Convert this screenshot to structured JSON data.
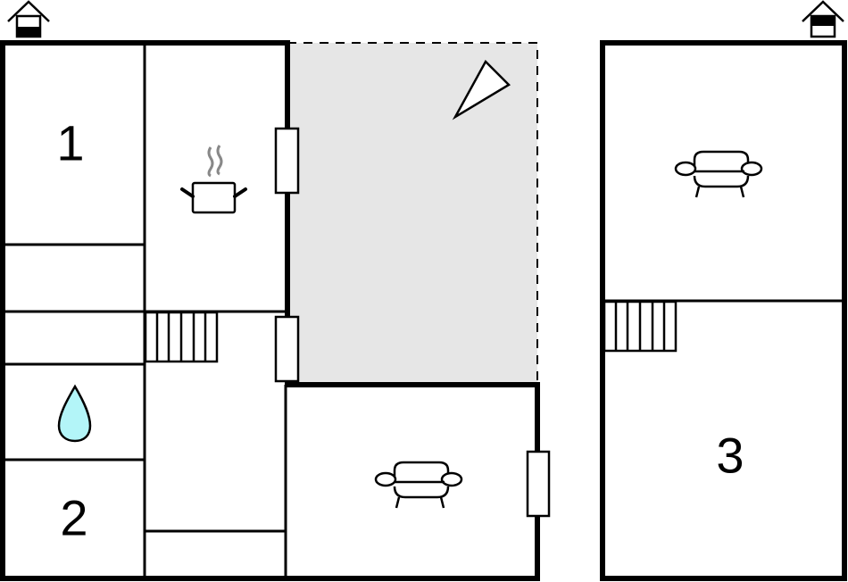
{
  "diagram": {
    "type": "floor-plan",
    "colors": {
      "wall": "#000000",
      "terrace_fill": "#e6e6e6",
      "water_drop_fill": "#b3f5f8",
      "steam": "#888888",
      "background": "#ffffff"
    },
    "buildings": [
      {
        "name": "ground-floor",
        "floor_icon": "house-icon-ground-floor",
        "rooms": [
          {
            "label": "1",
            "type": "bedroom"
          },
          {
            "label": "",
            "type": "kitchen",
            "icon": "cooking-pot-icon"
          },
          {
            "label": "",
            "type": "bathroom",
            "icon": "water-drop-icon"
          },
          {
            "label": "2",
            "type": "bedroom"
          },
          {
            "label": "",
            "type": "living-room",
            "icon": "sofa-icon"
          },
          {
            "label": "",
            "type": "terrace",
            "icon": "terrace-direction-icon"
          }
        ],
        "stairs": 1,
        "doors": 3
      },
      {
        "name": "upper-floor",
        "floor_icon": "house-icon-upper-floor",
        "rooms": [
          {
            "label": "",
            "type": "living-room",
            "icon": "sofa-icon"
          },
          {
            "label": "3",
            "type": "bedroom"
          }
        ],
        "stairs": 1
      }
    ],
    "labels": {
      "room1": "1",
      "room2": "2",
      "room3": "3"
    }
  }
}
